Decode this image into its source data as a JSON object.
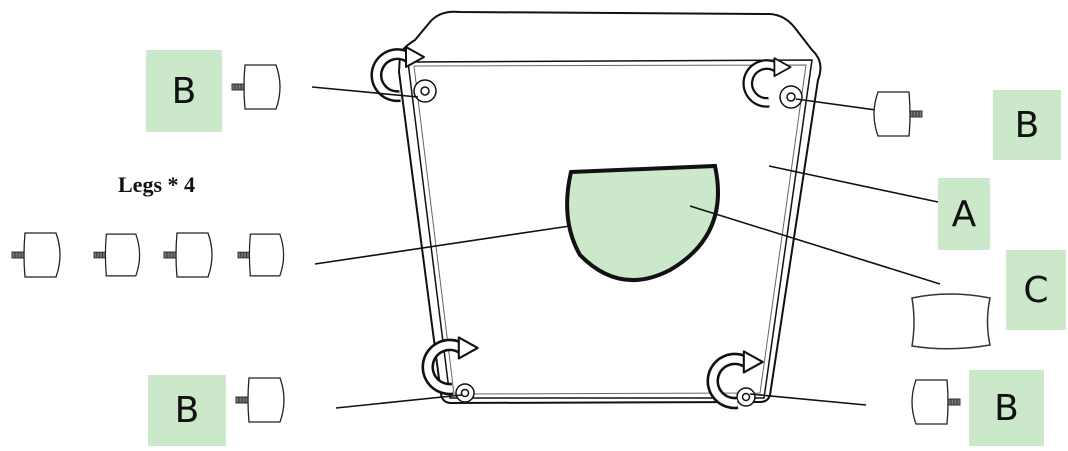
{
  "labels": {
    "a": "A",
    "b": "B",
    "c": "C"
  },
  "legs_title": "Legs * 4",
  "colors": {
    "label_fill": "#cbe8cb",
    "line": "#111111",
    "plate_fill": "#cbe8cb"
  },
  "icons": {
    "rotate_arrow": "curved-rotate-arrow-icon",
    "foot": "screw-foot-icon"
  }
}
